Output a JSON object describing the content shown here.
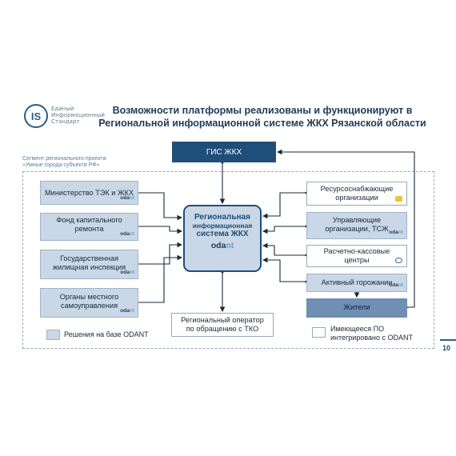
{
  "header": {
    "logo_mark": "IS",
    "logo_text_1": "Единый",
    "logo_text_2": "Информационный",
    "logo_text_3": "Стандарт",
    "title_line1": "Возможности платформы реализованы и функционируют в",
    "title_line2": "Региональной информационной системе ЖКХ Рязанской области"
  },
  "segment": {
    "label_line1": "Сегмент регионального проекта",
    "label_line2": "«Умные города субъекта РФ»"
  },
  "gis": "ГИС ЖКХ",
  "center": {
    "line1": "Региональная",
    "line2": "информационная",
    "line3": "система ЖКХ",
    "logo_a": "oda",
    "logo_b": "nt"
  },
  "left_boxes": [
    {
      "line1": "Министерство ТЭК и ЖКХ",
      "line2": ""
    },
    {
      "line1": "Фонд капитального",
      "line2": "ремонта"
    },
    {
      "line1": "Государственная",
      "line2": "жилищная инспекция"
    },
    {
      "line1": "Органы местного",
      "line2": "самоуправления"
    }
  ],
  "right_boxes": [
    {
      "line1": "Ресурсоснабжающие",
      "line2": "организации"
    },
    {
      "line1": "Управляющие",
      "line2": "организации, ТСЖ"
    },
    {
      "line1": "Расчетно-кассовые",
      "line2": "центры"
    },
    {
      "line1": "Активный горожанин",
      "line2": ""
    }
  ],
  "residents": "Жители",
  "operator": {
    "line1": "Региональный оператор",
    "line2": "по обращению с ТКО"
  },
  "brand": {
    "a": "oda",
    "b": "nt"
  },
  "legend": {
    "odant": "Решения на базе ODANT",
    "existing_line1": "Имеющееся ПО",
    "existing_line2": "интегрировано с ODANT"
  },
  "page_number": "10",
  "colors": {
    "dark_blue": "#1f4e79",
    "light_blue": "#c9d7e6",
    "accent": "#6aa0c8"
  }
}
